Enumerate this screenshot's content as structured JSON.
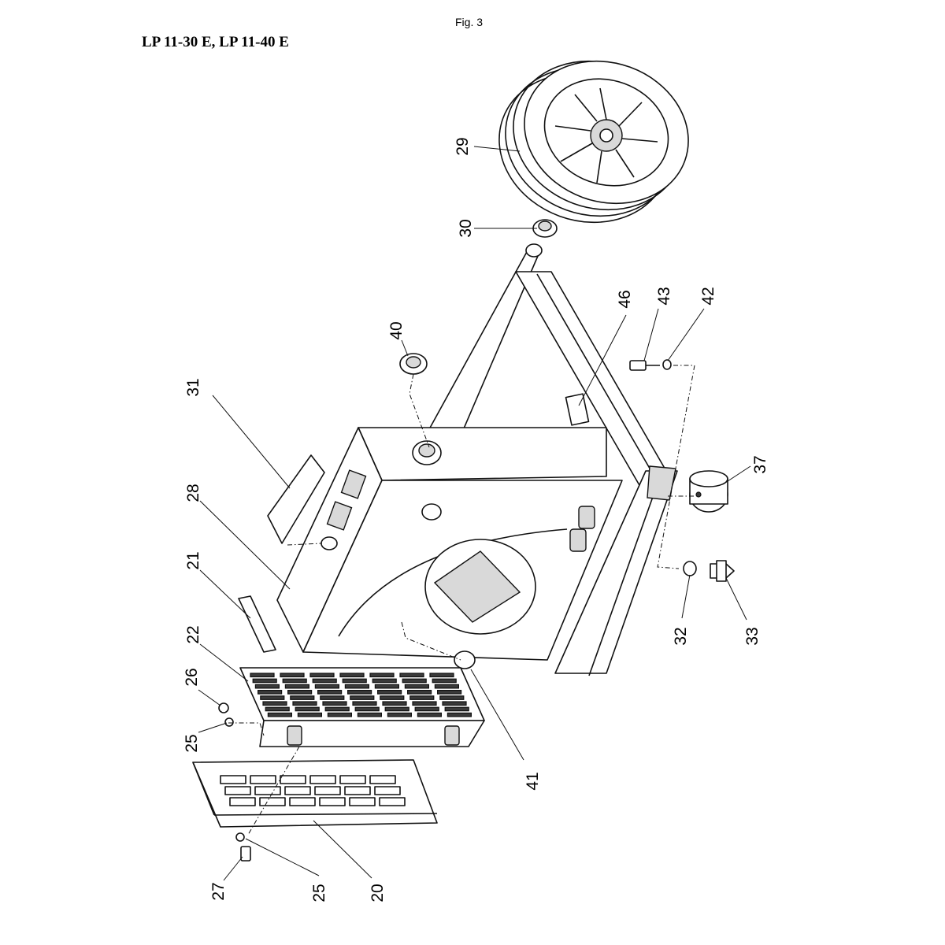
{
  "figure": {
    "label": "Fig. 3",
    "model_title": "LP 11-30 E, LP 11-40 E"
  },
  "callouts": [
    {
      "part": "29"
    },
    {
      "part": "30"
    },
    {
      "part": "46"
    },
    {
      "part": "43"
    },
    {
      "part": "42"
    },
    {
      "part": "40"
    },
    {
      "part": "31"
    },
    {
      "part": "28"
    },
    {
      "part": "21"
    },
    {
      "part": "22"
    },
    {
      "part": "26"
    },
    {
      "part": "25"
    },
    {
      "part": "37"
    },
    {
      "part": "32"
    },
    {
      "part": "33"
    },
    {
      "part": "41"
    },
    {
      "part": "27"
    },
    {
      "part": "25"
    },
    {
      "part": "20"
    }
  ]
}
